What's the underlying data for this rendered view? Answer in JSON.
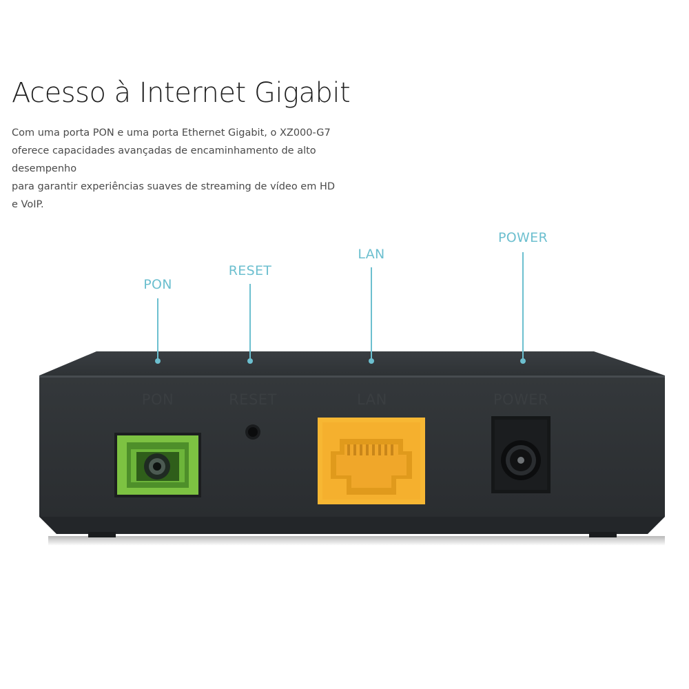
{
  "headline": "Acesso à Internet Gigabit",
  "description_lines": [
    "Com uma porta PON e uma porta Ethernet Gigabit, o XZ000-G7",
    "oferece capacidades avançadas de encaminhamento de alto",
    "desempenho",
    "para garantir experiências suaves de streaming de vídeo em HD",
    "e VoIP."
  ],
  "callouts": {
    "pon": "PON",
    "reset": "RESET",
    "lan": "LAN",
    "power": "POWER"
  },
  "embossed": {
    "pon": "PON",
    "reset": "RESET",
    "lan": "LAN",
    "power": "POWER"
  },
  "colors": {
    "accent": "#6cbfcf",
    "pon_port": "#7dc242",
    "lan_port": "#f7b733",
    "device_body": "#2b2f32"
  }
}
